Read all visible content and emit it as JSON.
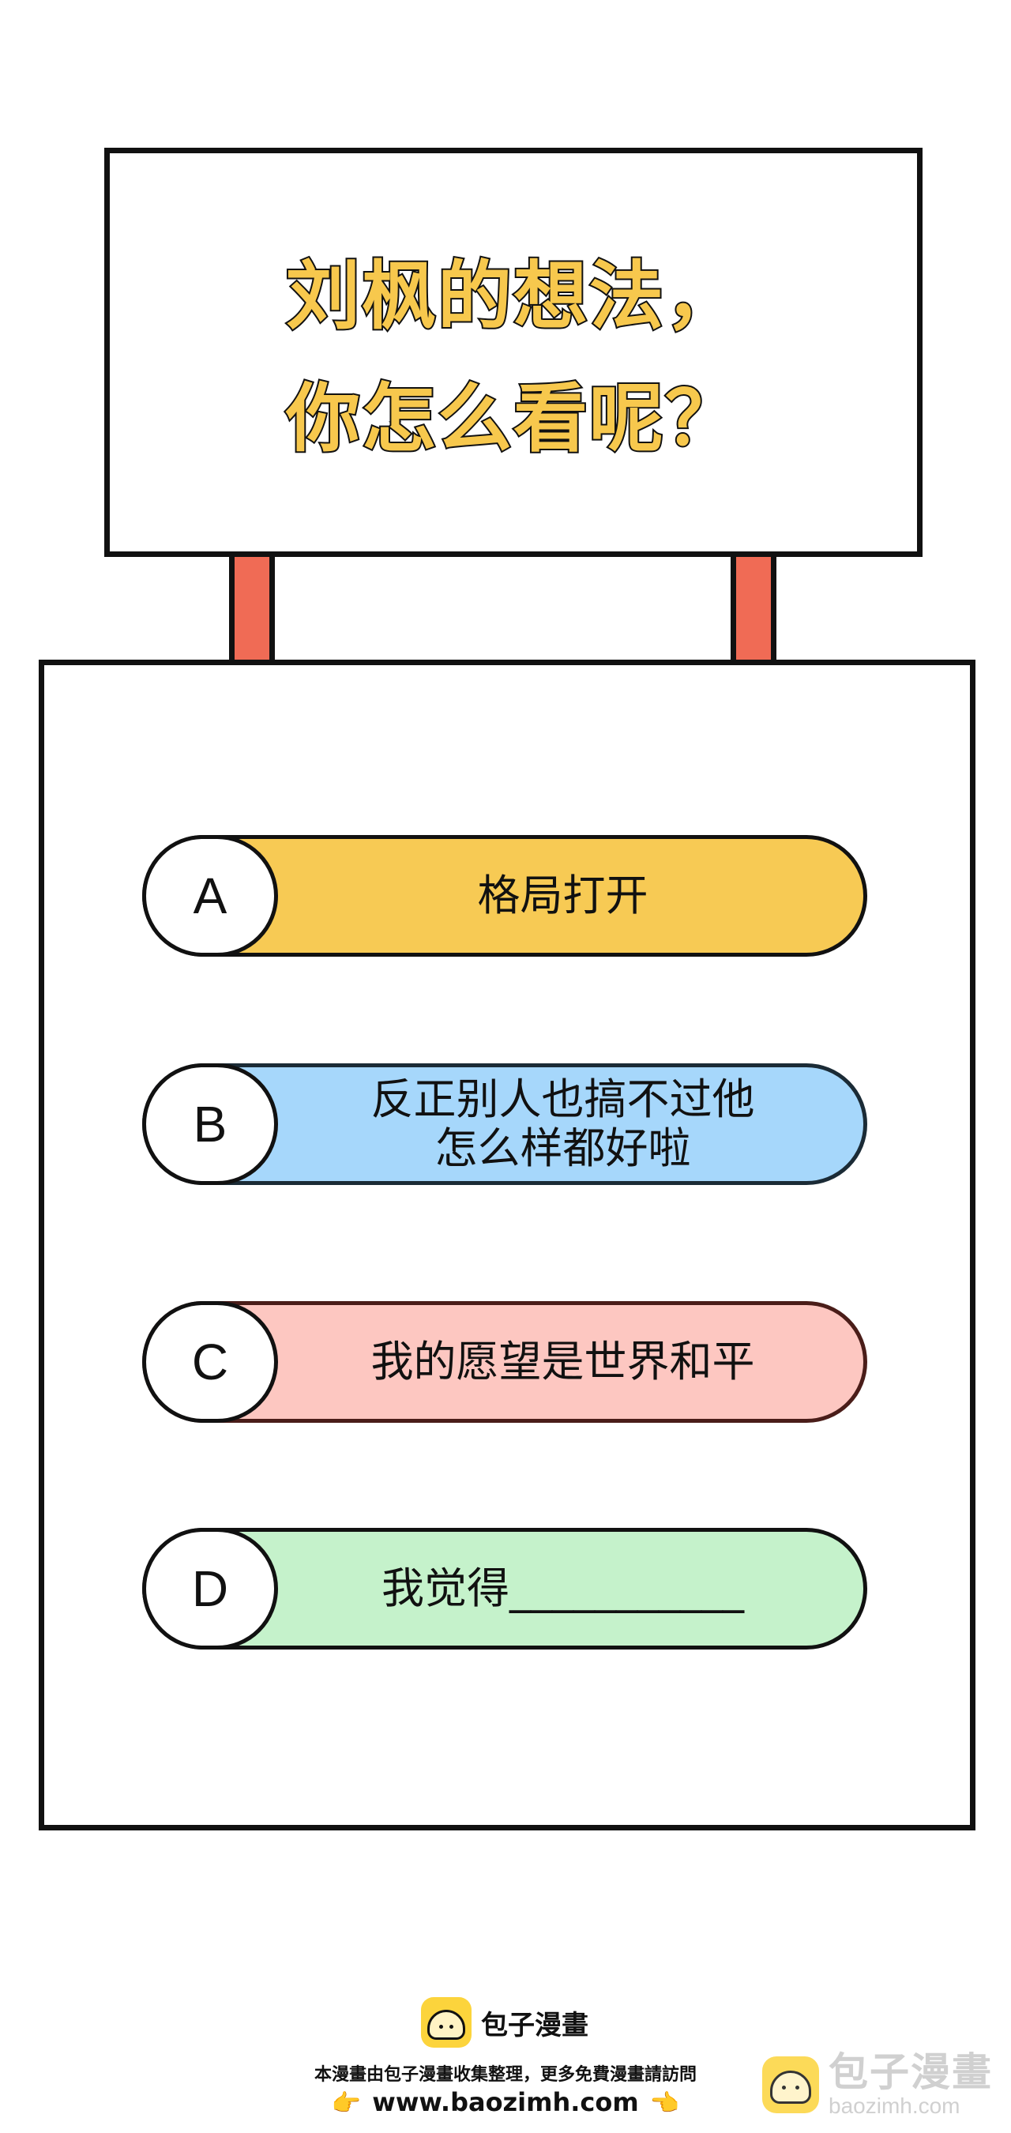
{
  "sign": {
    "line1": "刘枫的想法，",
    "line2": "你怎么看呢？"
  },
  "options": [
    {
      "letter": "A",
      "lines": [
        "格局打开"
      ]
    },
    {
      "letter": "B",
      "lines": [
        "反正别人也搞不过他",
        "怎么样都好啦"
      ]
    },
    {
      "letter": "C",
      "lines": [
        "我的愿望是世界和平"
      ]
    },
    {
      "letter": "D",
      "lines": [
        "我觉得___________"
      ]
    }
  ],
  "footer": {
    "brand": "包子漫畫",
    "note": "本漫畫由包子漫畫收集整理，更多免費漫畫請訪問",
    "url": "www.baozimh.com",
    "hand_left": "👉",
    "hand_right": "👈"
  },
  "watermark": {
    "cn": "包子漫畫",
    "en": "baozimh.com"
  },
  "colors": {
    "option_a": "#f7ca54",
    "option_b": "#a6d7fb",
    "option_c": "#fdc7c1",
    "option_d": "#c5f2cb",
    "title": "#f7c84d",
    "post": "#f06b55"
  }
}
